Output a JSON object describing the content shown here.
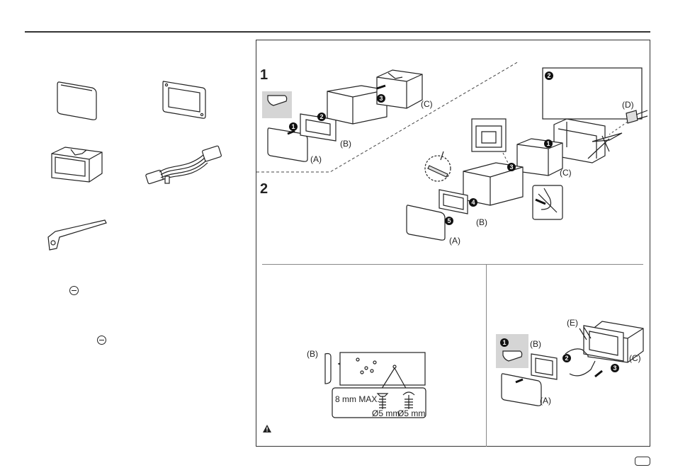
{
  "steps": {
    "one": "1",
    "two": "2"
  },
  "labels": {
    "A": "(A)",
    "B": "(B)",
    "C": "(C)",
    "D": "(D)",
    "E": "(E)"
  },
  "callouts": {
    "n1": "1",
    "n2": "2",
    "n3": "3",
    "n4": "4",
    "n5": "5"
  },
  "screw_spec": {
    "max_depth": "8 mm MAX.",
    "diameter_left": "Ø5 mm",
    "diameter_right": "Ø5 mm"
  }
}
